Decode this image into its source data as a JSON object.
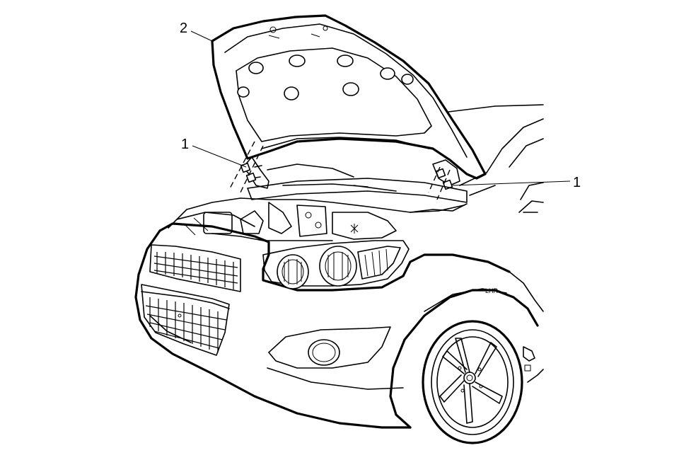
{
  "callouts": [
    {
      "id": "hood-latch-fastener-left",
      "label": "1"
    },
    {
      "id": "hood-latch-fastener-right",
      "label": "1"
    },
    {
      "id": "hood",
      "label": "2"
    }
  ],
  "vehicle_badge": "LHR"
}
